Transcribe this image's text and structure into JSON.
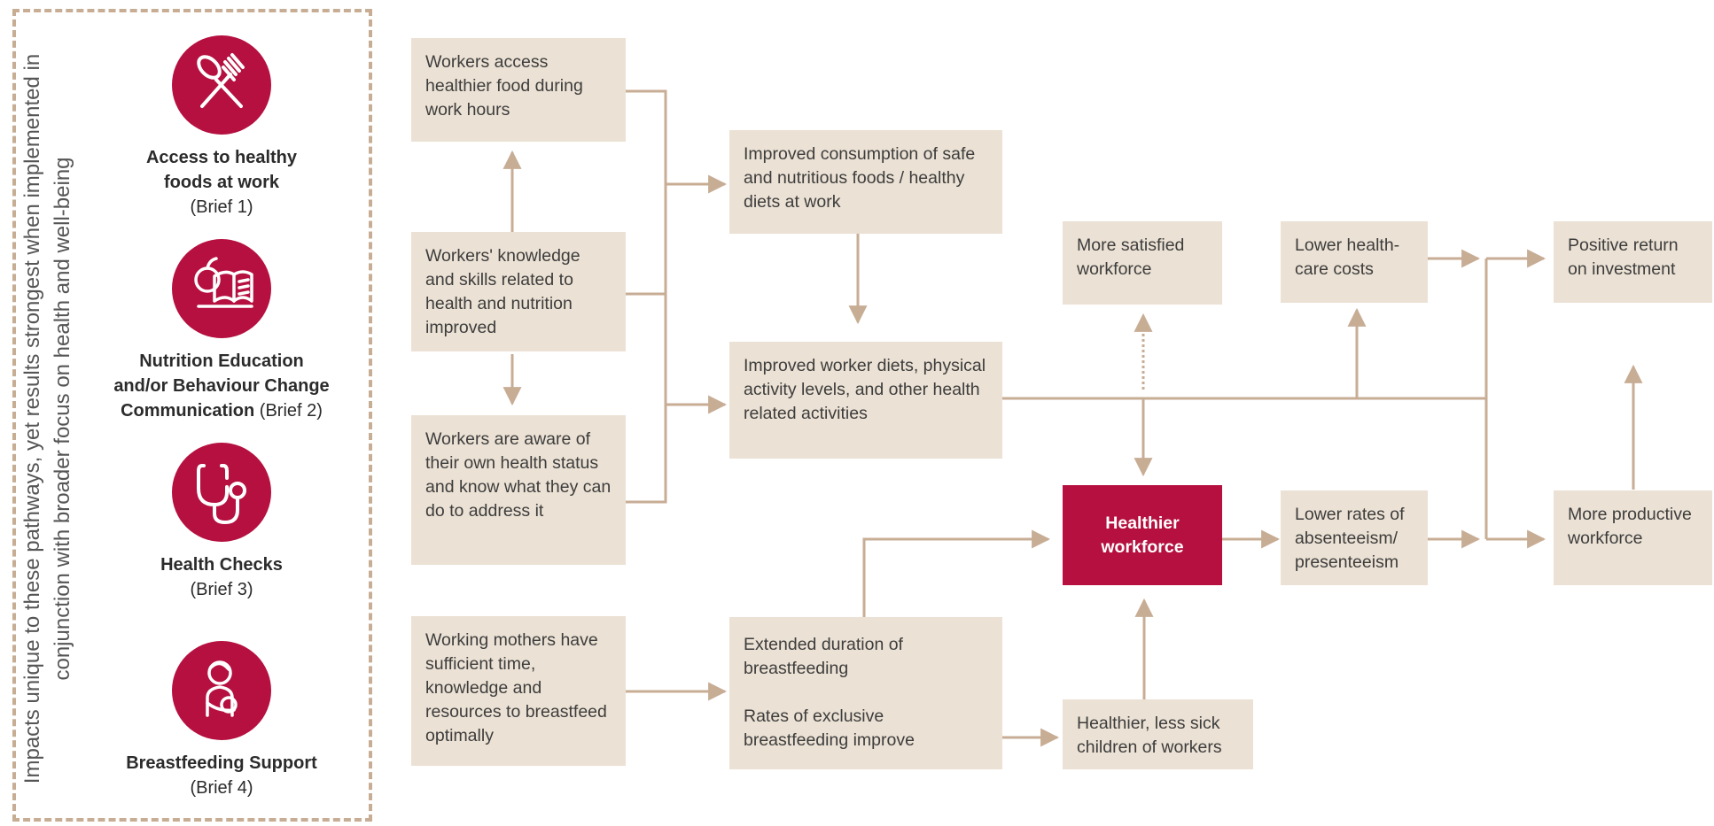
{
  "side_panel": {
    "caption": "Impacts unique to these pathways, yet results strongest when implemented in conjunction with broader focus on health and well-being",
    "interventions": [
      {
        "name_line1": "Access to healthy",
        "name_line2": "foods at work",
        "brief": "(Brief 1)",
        "icon": "fork-spoon-icon"
      },
      {
        "name_line1": "Nutrition Education",
        "name_line2": "and/or Behaviour Change",
        "name_line3": "Communication",
        "brief": "(Brief 2)",
        "icon": "apple-book-icon"
      },
      {
        "name_line1": "Health Checks",
        "brief": "(Brief 3)",
        "icon": "stethoscope-icon"
      },
      {
        "name_line1": "Breastfeeding Support",
        "brief": "(Brief 4)",
        "icon": "mother-child-icon"
      }
    ]
  },
  "boxes": {
    "healthier_food_access": "Workers access healthier food during work hours",
    "knowledge_skills": "Workers' knowledge and skills related to health and nutrition improved",
    "aware_health_status": "Workers are aware of their own health status and know what they can do to address it",
    "working_mothers": "Working mothers have sufficient time, knowledge and resources to breastfeed optimally",
    "improved_consumption": "Improved consumption of safe and nutritious foods / healthy diets at work",
    "improved_diets": "Improved worker diets, physical activity levels, and other health related activities",
    "extended_breastfeeding": "Extended duration of breastfeeding",
    "exclusive_breastfeeding": "Rates of exclusive breastfeeding improve",
    "more_satisfied": "More satisfied workforce",
    "healthier_workforce": "Healthier workforce",
    "healthier_children": "Healthier, less sick children of workers",
    "lower_healthcare_costs": "Lower health-care costs",
    "lower_absenteeism": "Lower rates of absenteeism/ presenteeism",
    "positive_roi": "Positive return on investment",
    "more_productive": "More productive workforce"
  },
  "colors": {
    "accent": "#b5103f",
    "box": "#ebe1d4",
    "arrow": "#c8ad95"
  }
}
